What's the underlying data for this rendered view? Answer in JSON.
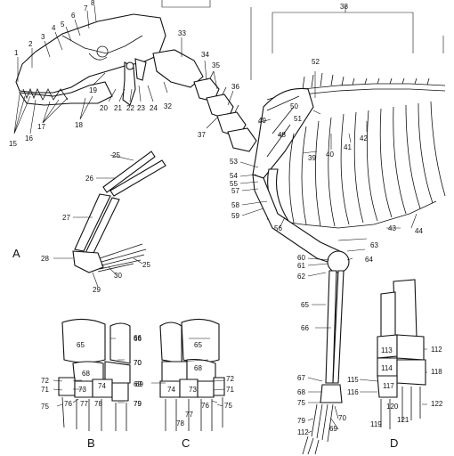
{
  "panels": [
    "A",
    "B",
    "C",
    "D"
  ],
  "labels": [
    "1",
    "2",
    "3",
    "4",
    "5",
    "6",
    "7",
    "8",
    "15",
    "16",
    "17",
    "18",
    "19",
    "20",
    "21",
    "22",
    "23",
    "24",
    "25",
    "26",
    "27",
    "28",
    "29",
    "30",
    "32",
    "33",
    "34",
    "35",
    "36",
    "37",
    "38",
    "39",
    "40",
    "41",
    "42",
    "43",
    "44",
    "48",
    "49",
    "50",
    "51",
    "52",
    "53",
    "54",
    "55",
    "56",
    "57",
    "58",
    "59",
    "60",
    "61",
    "62",
    "63",
    "64",
    "65",
    "66",
    "67",
    "68",
    "69",
    "70",
    "71",
    "72",
    "73",
    "74",
    "75",
    "76",
    "77",
    "78",
    "79",
    "112",
    "113",
    "114",
    "115",
    "116",
    "117",
    "118",
    "119",
    "120",
    "121",
    "122"
  ],
  "panel_b_labels": [
    "65",
    "66",
    "68",
    "70",
    "72",
    "71",
    "73",
    "74",
    "69",
    "75",
    "76",
    "77",
    "78",
    "79"
  ],
  "panel_c_labels": [
    "66",
    "65",
    "70",
    "68",
    "72",
    "69",
    "74",
    "73",
    "71",
    "76",
    "77",
    "78",
    "79",
    "75"
  ],
  "panel_d_labels": [
    "112",
    "113",
    "114",
    "115",
    "116",
    "117",
    "118",
    "119",
    "120",
    "121",
    "122"
  ]
}
